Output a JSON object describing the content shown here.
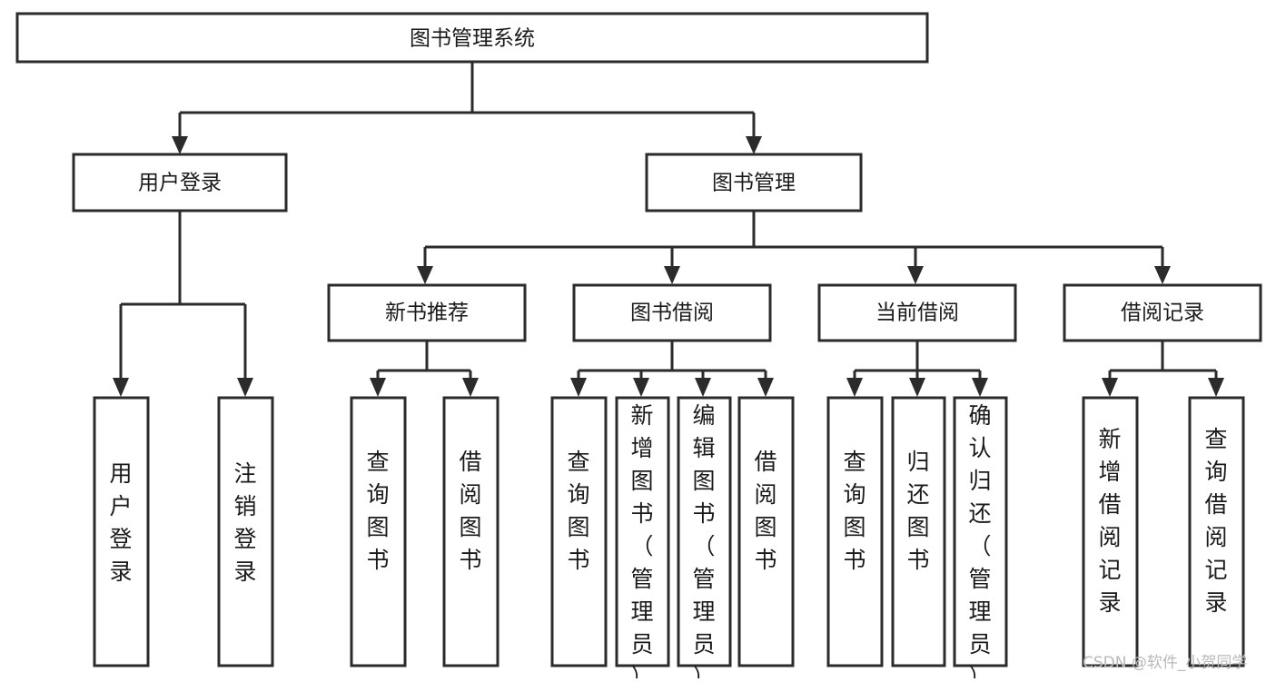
{
  "diagram": {
    "title": "图书管理系统",
    "type": "hierarchy-tree",
    "background_color": "#ffffff",
    "box_stroke_color": "#2b2b2b",
    "box_fill_color": "#ffffff",
    "text_color": "#1a1a1a",
    "root": {
      "label": "图书管理系统"
    },
    "level1": [
      {
        "label": "用户登录"
      },
      {
        "label": "图书管理"
      }
    ],
    "level2": [
      {
        "label": "新书推荐"
      },
      {
        "label": "图书借阅"
      },
      {
        "label": "当前借阅"
      },
      {
        "label": "借阅记录"
      }
    ],
    "leaves": {
      "user_login": [
        {
          "label": "用户登录"
        },
        {
          "label": "注销登录"
        }
      ],
      "new_book_recommend": [
        {
          "label": "查询图书"
        },
        {
          "label": "借阅图书"
        }
      ],
      "book_borrow": [
        {
          "label": "查询图书"
        },
        {
          "label": "新增图书（管理员）"
        },
        {
          "label": "编辑图书（管理员）"
        },
        {
          "label": "借阅图书"
        }
      ],
      "current_borrow": [
        {
          "label": "查询图书"
        },
        {
          "label": "归还图书"
        },
        {
          "label": "确认归还（管理员）"
        }
      ],
      "borrow_record": [
        {
          "label": "新增借阅记录"
        },
        {
          "label": "查询借阅记录"
        }
      ]
    }
  },
  "watermark": {
    "text": "CSDN @软件_小贺同学",
    "color": "#b9b9b9"
  }
}
